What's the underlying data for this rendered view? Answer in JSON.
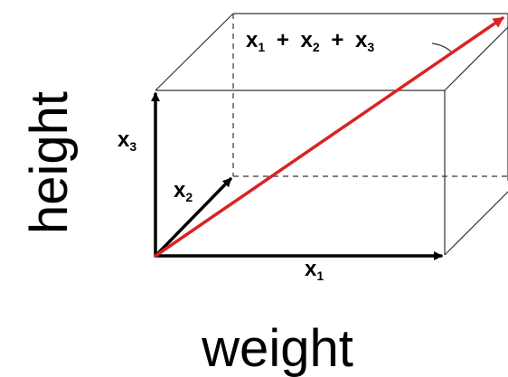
{
  "colors": {
    "sum_vector": "#d92323",
    "component_vectors": "#000000",
    "box_edges": "#333333"
  },
  "axes": {
    "horizontal": "weight",
    "vertical": "height"
  },
  "vectors": {
    "x1": {
      "base": "x",
      "sub": "1"
    },
    "x2": {
      "base": "x",
      "sub": "2"
    },
    "x3": {
      "base": "x",
      "sub": "3"
    },
    "sum": {
      "terms": [
        {
          "base": "x",
          "sub": "1"
        },
        {
          "base": "x",
          "sub": "2"
        },
        {
          "base": "x",
          "sub": "3"
        }
      ],
      "operator": "+"
    }
  }
}
